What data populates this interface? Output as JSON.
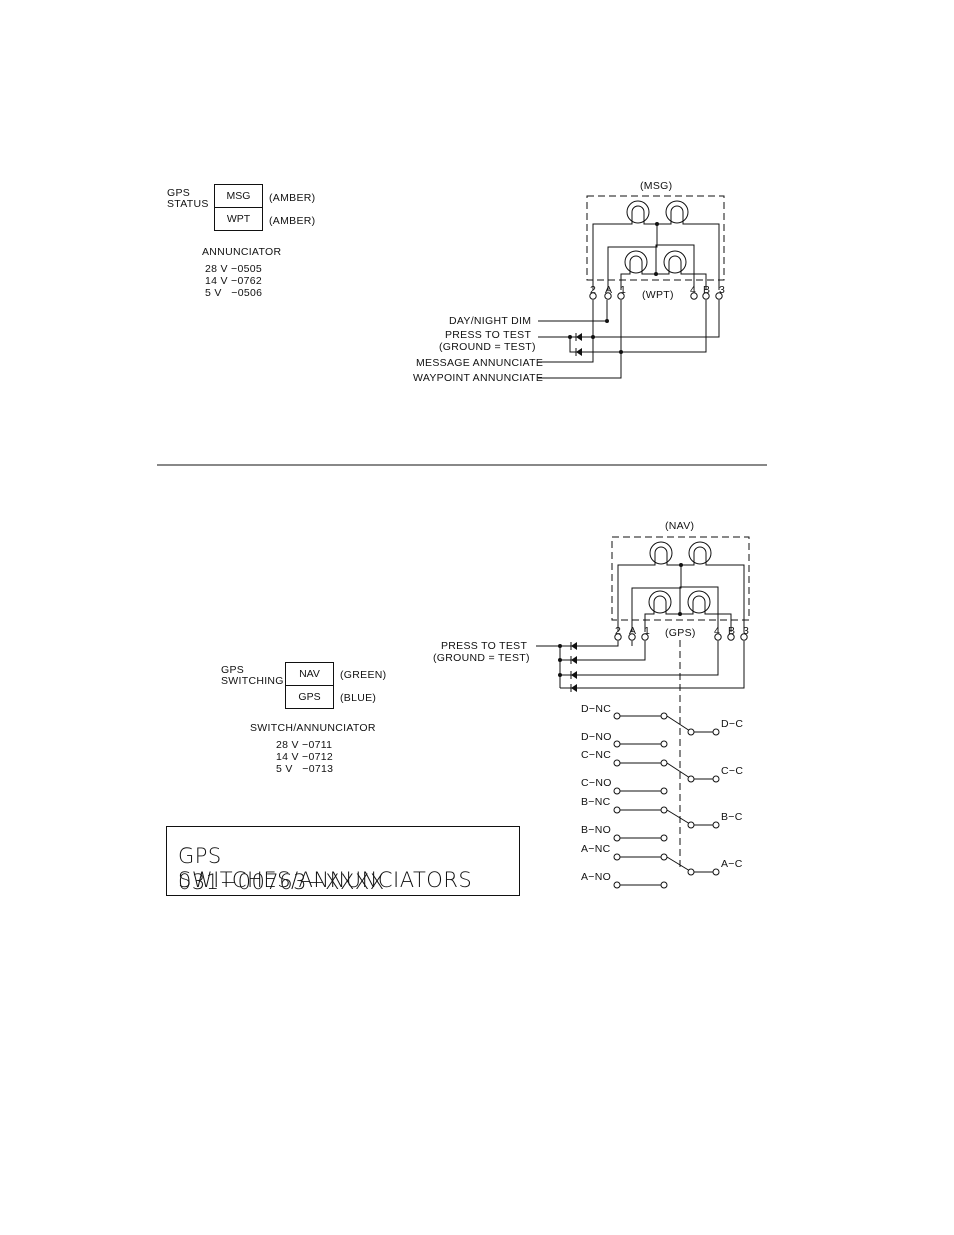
{
  "status_panel": {
    "group_label_line1": "GPS",
    "group_label_line2": "STATUS",
    "top_button": "MSG",
    "top_color": "(AMBER)",
    "bottom_button": "WPT",
    "bottom_color": "(AMBER)",
    "part_heading": "ANNUNCIATOR",
    "part_numbers": [
      "28 V −0505",
      "14 V −0762",
      "5 V   −0506"
    ]
  },
  "switching_panel": {
    "group_label_line1": "GPS",
    "group_label_line2": "SWITCHING",
    "top_button": "NAV",
    "top_color": "(GREEN)",
    "bottom_button": "GPS",
    "bottom_color": "(BLUE)",
    "part_heading": "SWITCH/ANNUNCIATOR",
    "part_numbers": [
      "28 V −0711",
      "14 V −0712",
      "5 V   −0713"
    ]
  },
  "schematic_msg": {
    "top_label": "(MSG)",
    "inner_label": "(WPT)",
    "pins": [
      "2",
      "A",
      "1",
      "4",
      "B",
      "3"
    ],
    "signals": [
      "DAY/NIGHT DIM",
      "PRESS TO TEST",
      "(GROUND = TEST)",
      "MESSAGE ANNUNCIATE",
      "WAYPOINT ANNUNCIATE"
    ]
  },
  "schematic_nav": {
    "top_label": "(NAV)",
    "inner_label": "(GPS)",
    "pins": [
      "2",
      "A",
      "1",
      "4",
      "B",
      "3"
    ],
    "signals": [
      "PRESS TO TEST",
      "(GROUND = TEST)"
    ],
    "contacts": [
      "D−NC",
      "D−NO",
      "D−C",
      "C−NC",
      "C−NO",
      "C−C",
      "B−NC",
      "B−NO",
      "B−C",
      "A−NC",
      "A−NO",
      "A−C"
    ]
  },
  "title_block": {
    "line1": "GPS  SWITCHES/ANNUNCIATORS",
    "line2": "031−00763−XXXX"
  }
}
